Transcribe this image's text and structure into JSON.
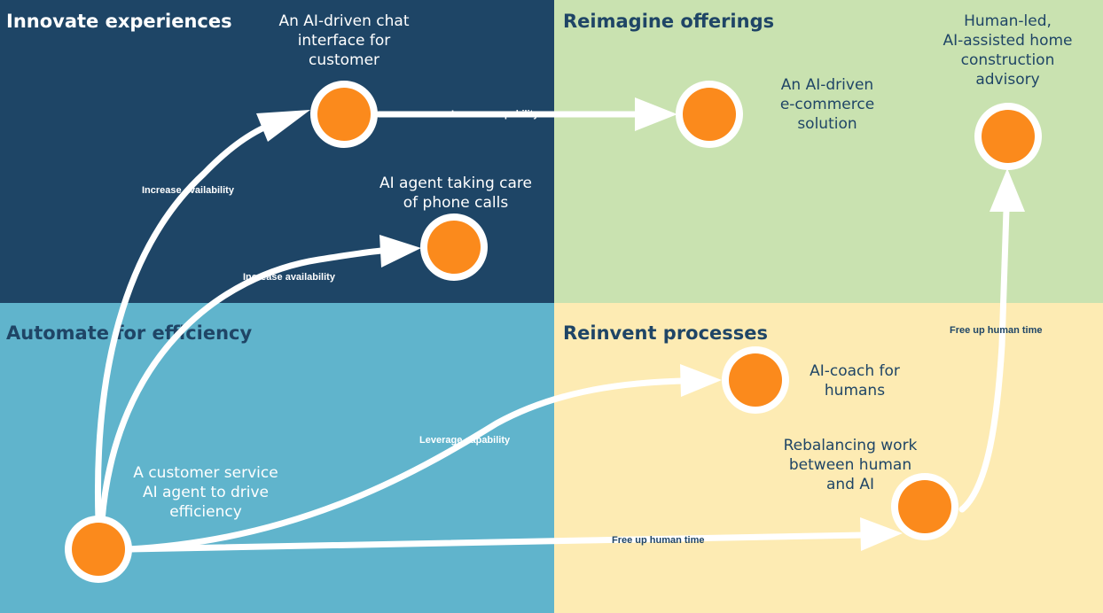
{
  "colors": {
    "innovate_bg": "#1e4566",
    "reimagine_bg": "#c9e2b0",
    "automate_bg": "#60b4cc",
    "reinvent_bg": "#fdebb3",
    "node_fill": "#fb8a1c",
    "node_ring": "#ffffff",
    "arrow": "#ffffff",
    "dark_text": "#1f4566"
  },
  "quadrants": {
    "innovate": "Innovate experiences",
    "reimagine": "Reimagine offerings",
    "automate": "Automate for efficiency",
    "reinvent": "Reinvent processes"
  },
  "nodes": {
    "chat": [
      "An AI-driven chat",
      "interface for",
      "customer"
    ],
    "phone": [
      "AI agent taking care",
      "of phone calls"
    ],
    "ecommerce": [
      "An AI-driven",
      "e-commerce",
      "solution"
    ],
    "advisory": [
      "Human-led,",
      "AI-assisted home",
      "construction",
      "advisory"
    ],
    "coach": [
      "AI-coach for",
      "humans"
    ],
    "rebalance": [
      "Rebalancing work",
      "between human",
      "and AI"
    ],
    "service": [
      "A customer service",
      "AI agent to drive",
      "efficiency"
    ]
  },
  "edges": {
    "to_chat": "Increase availability",
    "to_phone": "Increase availability",
    "to_ecommerce": "Increase capability",
    "to_coach": "Leverage capability",
    "to_rebalance": "Free  up human time",
    "to_advisory": "Free  up human time"
  }
}
